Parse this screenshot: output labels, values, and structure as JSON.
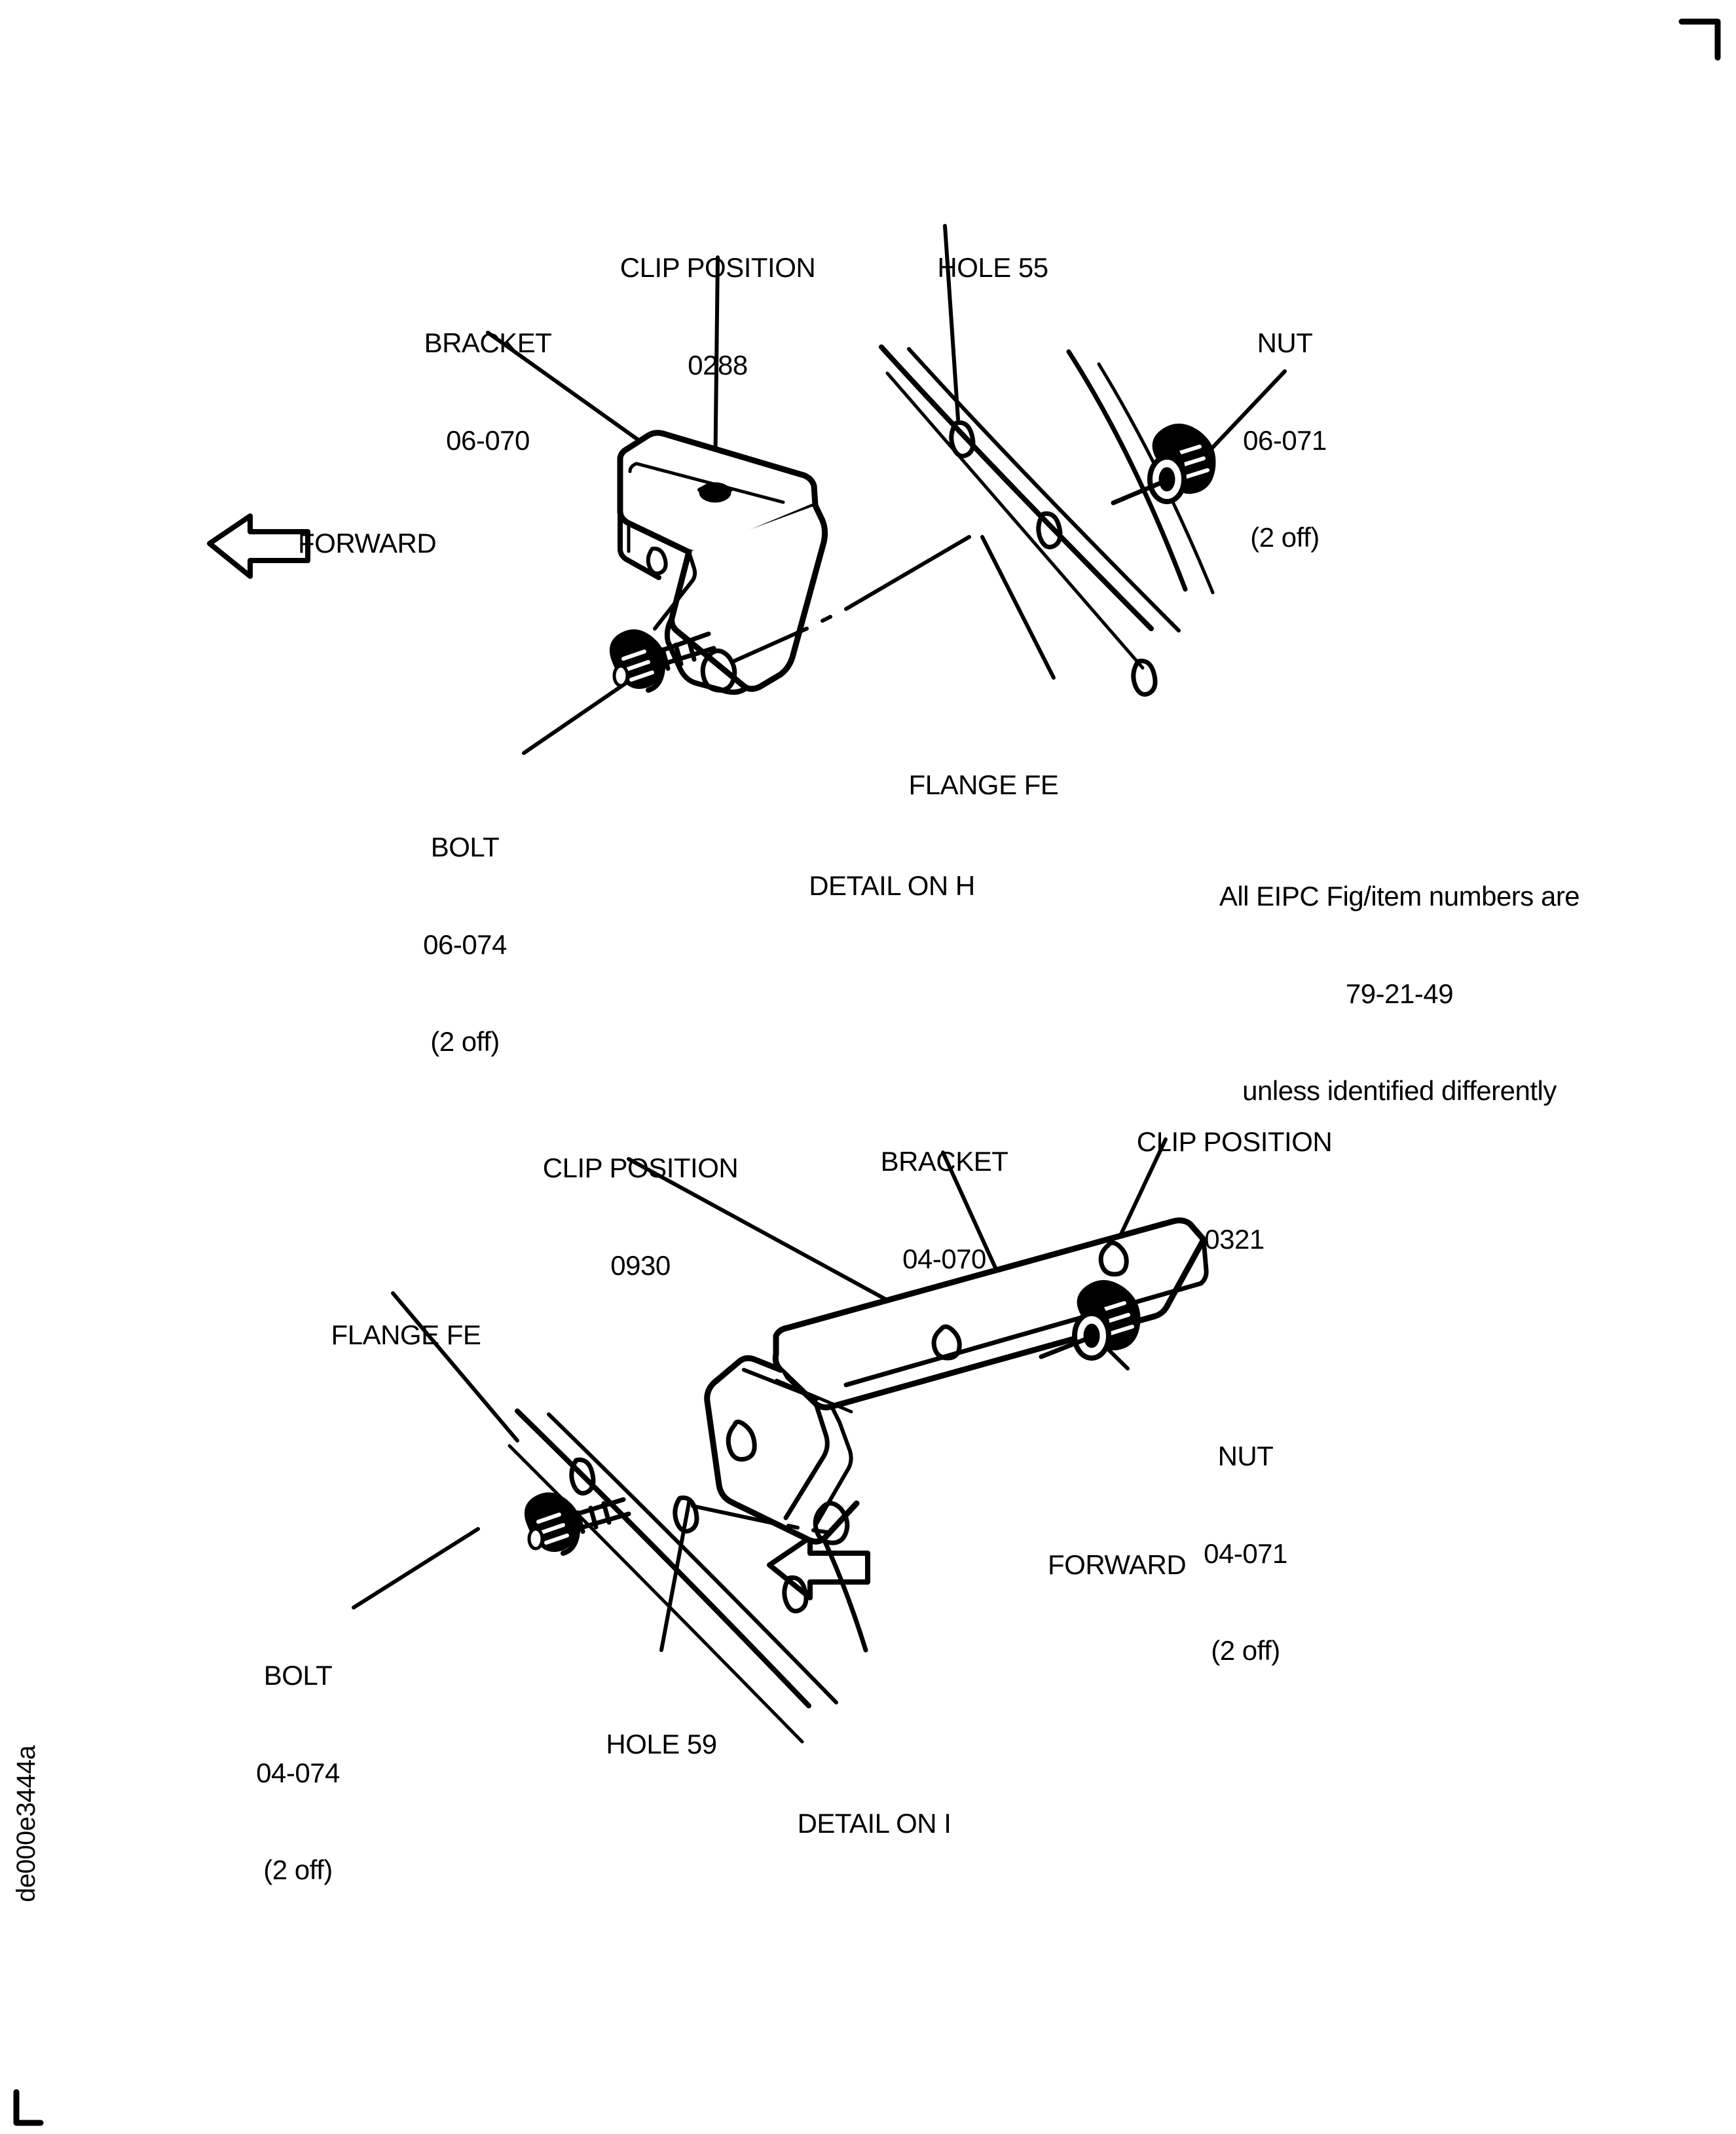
{
  "document": {
    "figure_code": "de000e3444a",
    "corner_mark": "registration-corner"
  },
  "note": {
    "line1": "All EIPC Fig/item numbers are",
    "line2": "79-21-49",
    "line3": "unless identified differently"
  },
  "details": [
    {
      "caption": "DETAIL ON H",
      "direction_label": "FORWARD",
      "labels": [
        {
          "name": "bracket",
          "line1": "BRACKET",
          "line2": "06-070",
          "line3": ""
        },
        {
          "name": "clip-position",
          "line1": "CLIP POSITION",
          "line2": "0288",
          "line3": ""
        },
        {
          "name": "hole",
          "line1": "HOLE 55",
          "line2": "",
          "line3": ""
        },
        {
          "name": "nut",
          "line1": "NUT",
          "line2": "06-071",
          "line3": "(2 off)"
        },
        {
          "name": "flange",
          "line1": "FLANGE FE",
          "line2": "",
          "line3": ""
        },
        {
          "name": "bolt",
          "line1": "BOLT",
          "line2": "06-074",
          "line3": "(2 off)"
        }
      ]
    },
    {
      "caption": "DETAIL ON I",
      "direction_label": "FORWARD",
      "labels": [
        {
          "name": "clip-position-left",
          "line1": "CLIP POSITION",
          "line2": "0930",
          "line3": ""
        },
        {
          "name": "bracket",
          "line1": "BRACKET",
          "line2": "04-070",
          "line3": ""
        },
        {
          "name": "clip-position-right",
          "line1": "CLIP POSITION",
          "line2": "0321",
          "line3": ""
        },
        {
          "name": "flange",
          "line1": "FLANGE FE",
          "line2": "",
          "line3": ""
        },
        {
          "name": "nut",
          "line1": "NUT",
          "line2": "04-071",
          "line3": "(2 off)"
        },
        {
          "name": "bolt",
          "line1": "BOLT",
          "line2": "04-074",
          "line3": "(2 off)"
        },
        {
          "name": "hole",
          "line1": "HOLE 59",
          "line2": "",
          "line3": ""
        }
      ]
    }
  ]
}
